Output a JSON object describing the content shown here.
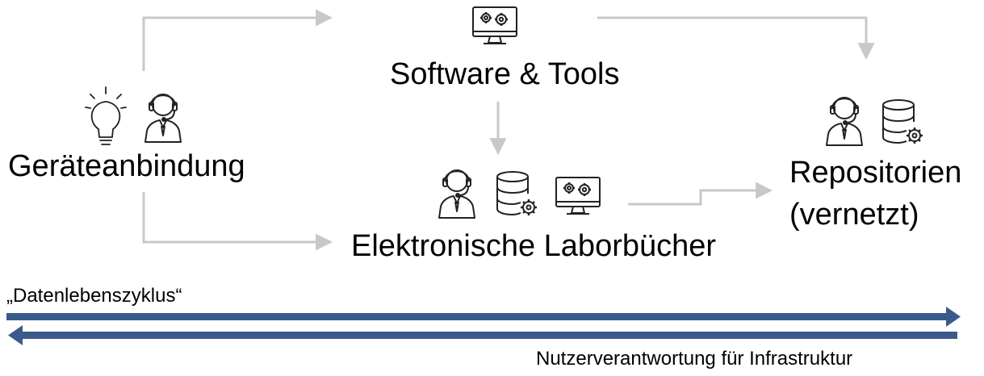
{
  "nodes": {
    "geraeteanbindung": {
      "label": "Geräteanbindung",
      "icons": [
        "lightbulb-icon",
        "support-agent-icon"
      ]
    },
    "software_tools": {
      "label": "Software & Tools",
      "icons": [
        "monitor-gears-icon"
      ]
    },
    "laborbuecher": {
      "label": "Elektronische Laborbücher",
      "icons": [
        "support-agent-icon",
        "database-gear-icon",
        "monitor-gears-icon"
      ]
    },
    "repositorien": {
      "label_line1": "Repositorien",
      "label_line2": "(vernetzt)",
      "icons": [
        "support-agent-icon",
        "database-gear-icon"
      ]
    }
  },
  "lifecycle": {
    "forward_label": "„Datenlebenszyklus“",
    "backward_label": "Nutzerverantwortung für Infrastruktur",
    "arrow_color": "#3b5a8a"
  },
  "colors": {
    "connector": "#c8c8c8",
    "icon_stroke": "#222222"
  }
}
